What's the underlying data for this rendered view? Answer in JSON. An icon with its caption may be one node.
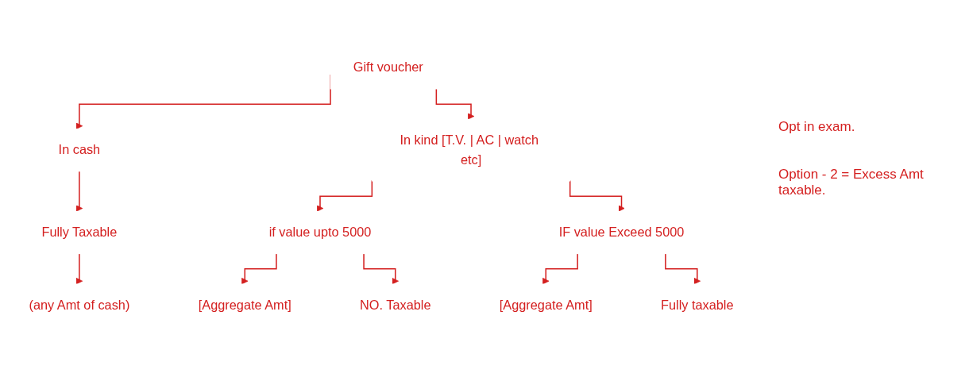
{
  "diagram": {
    "nodes": [
      {
        "text": [
          "Gift voucher"
        ]
      },
      {
        "text": [
          "In cash"
        ]
      },
      {
        "text": [
          "Fully Taxable"
        ]
      },
      {
        "text": [
          "(any Amt of cash)"
        ]
      },
      {
        "text": [
          "In kind [T.V. | AC | watch etc]"
        ]
      },
      {
        "text": [
          "if value upto 5000"
        ]
      },
      {
        "text": [
          "[Aggregate Amt]"
        ]
      },
      {
        "text": [
          "NO. Taxable"
        ]
      },
      {
        "text": [
          "IF value Exceed 5000"
        ]
      },
      {
        "text": [
          "[Aggregate Amt]"
        ]
      },
      {
        "text": [
          "Fully taxable"
        ]
      }
    ],
    "edges": [
      {
        "from": 0,
        "to": 1,
        "arrow": "to"
      },
      {
        "from": 0,
        "to": 4,
        "arrow": "to"
      },
      {
        "from": 1,
        "to": 2,
        "arrow": "to"
      },
      {
        "from": 2,
        "to": 3,
        "arrow": "to"
      },
      {
        "from": 4,
        "to": 5,
        "arrow": "to"
      },
      {
        "from": 4,
        "to": 8,
        "arrow": "to"
      },
      {
        "from": 5,
        "to": 6,
        "arrow": "to"
      },
      {
        "from": 5,
        "to": 7,
        "arrow": "to"
      },
      {
        "from": 8,
        "to": 9,
        "arrow": "to"
      },
      {
        "from": 8,
        "to": 10,
        "arrow": "to"
      }
    ],
    "labels": [
      "Opt in exam.",
      "Option - 2 = Excess Amt taxable."
    ]
  }
}
